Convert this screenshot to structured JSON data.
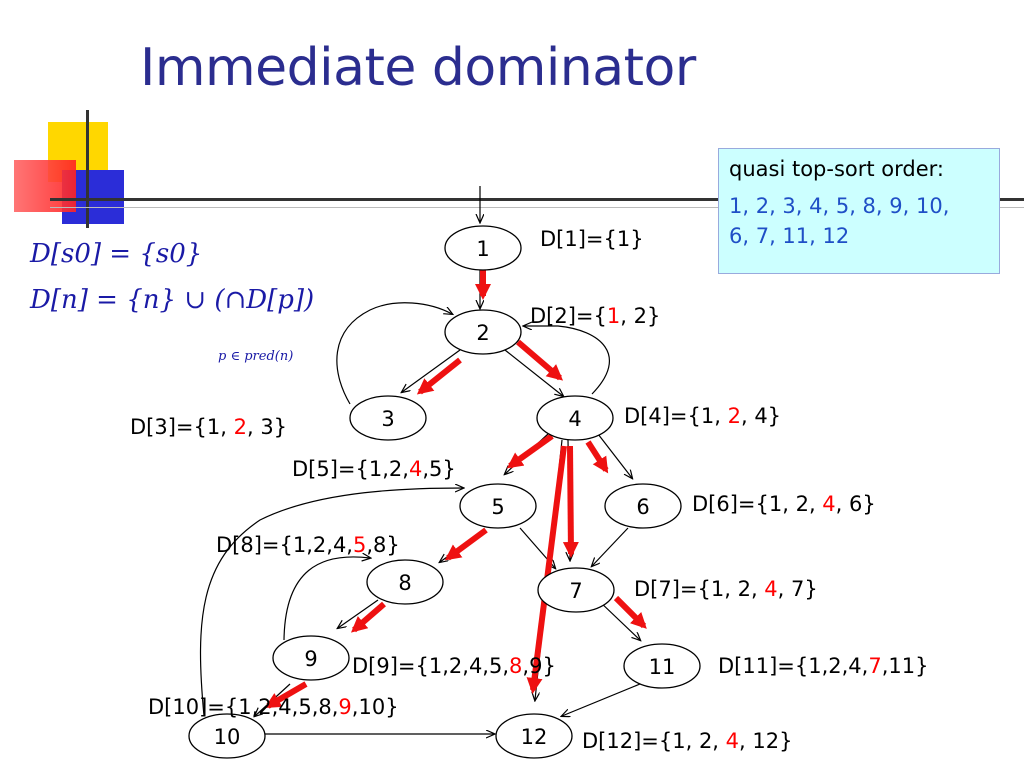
{
  "title": "Immediate dominator",
  "info_box": {
    "heading": "quasi top-sort order:",
    "order_line1": "1, 2, 3, 4, 5, 8, 9, 10,",
    "order_line2": "6, 7, 11, 12"
  },
  "formulas": {
    "line1": "D[s0] = {s0}",
    "line2": "D[n]  = {n} ∪ (∩D[p])",
    "subscript": "p ∈ pred(n)"
  },
  "nodes": {
    "n1": "1",
    "n2": "2",
    "n3": "3",
    "n4": "4",
    "n5": "5",
    "n6": "6",
    "n7": "7",
    "n8": "8",
    "n9": "9",
    "n10": "10",
    "n11": "11",
    "n12": "12"
  },
  "dom_sets": {
    "d1": {
      "pre": "D[1]={1}",
      "red": "",
      "post": ""
    },
    "d2": {
      "pre": "D[2]={",
      "red": "1",
      "post": ", 2}"
    },
    "d3": {
      "pre": "D[3]={1, ",
      "red": "2",
      "post": ", 3}"
    },
    "d4": {
      "pre": "D[4]={1, ",
      "red": "2",
      "post": ", 4}"
    },
    "d5": {
      "pre": "D[5]={1,2,",
      "red": "4",
      "post": ",5}"
    },
    "d6": {
      "pre": "D[6]={1, 2, ",
      "red": "4",
      "post": ", 6}"
    },
    "d7": {
      "pre": "D[7]={1, 2, ",
      "red": "4",
      "post": ", 7}"
    },
    "d8": {
      "pre": "D[8]={1,2,4,",
      "red": "5",
      "post": ",8}"
    },
    "d9": {
      "pre": "D[9]={1,2,4,5,",
      "red": "8",
      "post": ",9}"
    },
    "d10": {
      "pre": "D[10]={1,2,4,5,8,",
      "red": "9",
      "post": ",10}"
    },
    "d11": {
      "pre": "D[11]={1,2,4,",
      "red": "7",
      "post": ",11}"
    },
    "d12": {
      "pre": "D[12]={1, 2, ",
      "red": "4",
      "post": ", 12}"
    }
  },
  "colors": {
    "title": "#2b2d8f",
    "highlight": "#ff0000",
    "idom_edge": "#ee1111",
    "info_bg": "#ccffff",
    "info_text": "#1f4fc6",
    "formula": "#1a1aa6"
  }
}
